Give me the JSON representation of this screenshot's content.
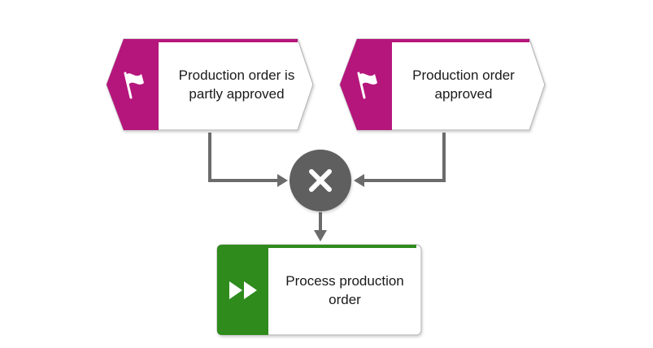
{
  "diagram": {
    "events": [
      {
        "label": "Production order is partly approved",
        "icon": "flag-icon"
      },
      {
        "label": "Production order approved",
        "icon": "flag-icon"
      }
    ],
    "connector": {
      "type": "XOR",
      "icon": "x-icon"
    },
    "function": {
      "label": "Process production order",
      "icon": "fast-forward-icon"
    }
  },
  "colors": {
    "event": "#b5197c",
    "function": "#2e8b1e",
    "connector": "#5e5e5e",
    "arrow": "#6b6b6b"
  }
}
